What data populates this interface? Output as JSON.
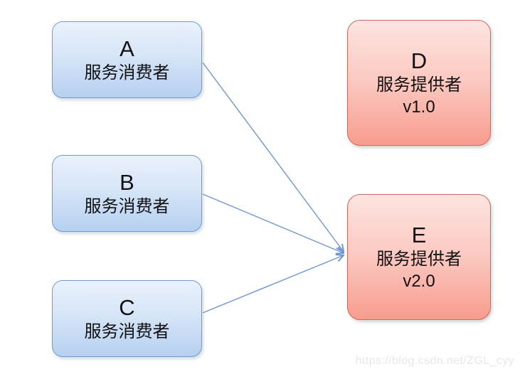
{
  "diagram": {
    "consumers": [
      {
        "id": "A",
        "label": "服务消费者"
      },
      {
        "id": "B",
        "label": "服务消费者"
      },
      {
        "id": "C",
        "label": "服务消费者"
      }
    ],
    "providers": [
      {
        "id": "D",
        "label": "服务提供者",
        "version": "v1.0"
      },
      {
        "id": "E",
        "label": "服务提供者",
        "version": "v2.0"
      }
    ],
    "edges": [
      {
        "from": "A",
        "to": "E"
      },
      {
        "from": "B",
        "to": "E"
      },
      {
        "from": "C",
        "to": "E"
      }
    ],
    "colors": {
      "consumer_border": "#6f9ccf",
      "consumer_fill_top": "#e9f1fc",
      "consumer_fill_bottom": "#b6d0f0",
      "provider_border": "#cb6a5e",
      "provider_fill_top": "#fde4e0",
      "provider_fill_bottom": "#f89c8e",
      "arrow": "#7096d2",
      "text": "#111111"
    }
  },
  "watermark": {
    "text": "https://blog.csdn.net/ZGL_cyy"
  }
}
